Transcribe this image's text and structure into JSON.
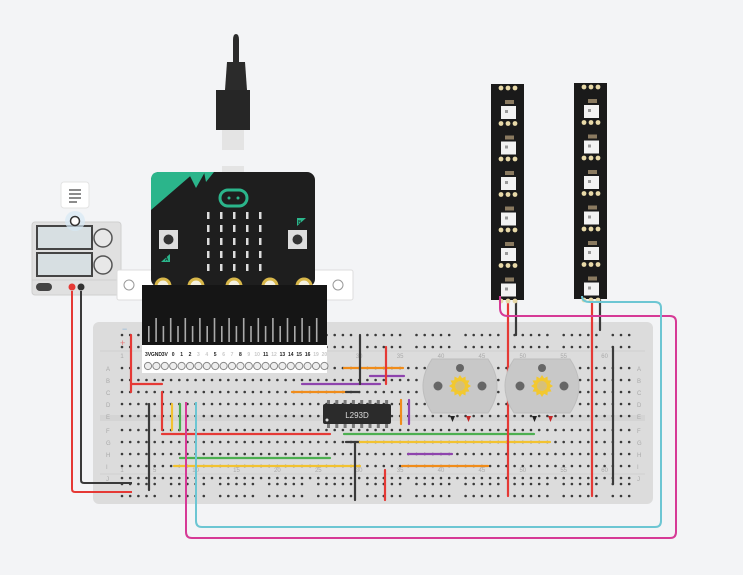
{
  "canvas": {
    "background": "#f3f4f6"
  },
  "colors": {
    "breadboard": "#dcdcdc",
    "hole": "#3a3a3a",
    "wire_red": "#e53935",
    "wire_black": "#3a3a3a",
    "wire_yellow": "#f2c230",
    "wire_green": "#4caf50",
    "wire_purple": "#8e44ad",
    "wire_orange": "#f08c1a",
    "wire_magenta": "#d63a96",
    "wire_cyan": "#6cc6d3",
    "microbit_accent": "#2bb58b",
    "gear": "#f2c830"
  },
  "power_supply": {
    "name": "DC power supply",
    "note_icon": "note-icon"
  },
  "microbit": {
    "button_a": "A",
    "button_b": "B",
    "edge_labels": [
      "3V",
      "GND",
      "3V",
      "0",
      "1",
      "2",
      "3",
      "4",
      "5",
      "6",
      "7",
      "8",
      "9",
      "10",
      "11",
      "12",
      "13",
      "14",
      "15",
      "16",
      "19",
      "20"
    ]
  },
  "ic": {
    "label": "L293D"
  },
  "breadboard": {
    "row_labels_left": [
      "A",
      "B",
      "C",
      "D",
      "E",
      "F",
      "G",
      "H",
      "I",
      "J"
    ],
    "rail_labels": [
      "−",
      "+"
    ],
    "column_numbers": [
      "1",
      "5",
      "10",
      "15",
      "20",
      "25",
      "30",
      "35",
      "40",
      "45",
      "50",
      "55",
      "60"
    ]
  },
  "components": [
    {
      "type": "usb-cable"
    },
    {
      "type": "neopixel-strip",
      "leds": 6
    },
    {
      "type": "neopixel-strip",
      "leds": 6
    },
    {
      "type": "dc-motor"
    },
    {
      "type": "dc-motor"
    }
  ]
}
